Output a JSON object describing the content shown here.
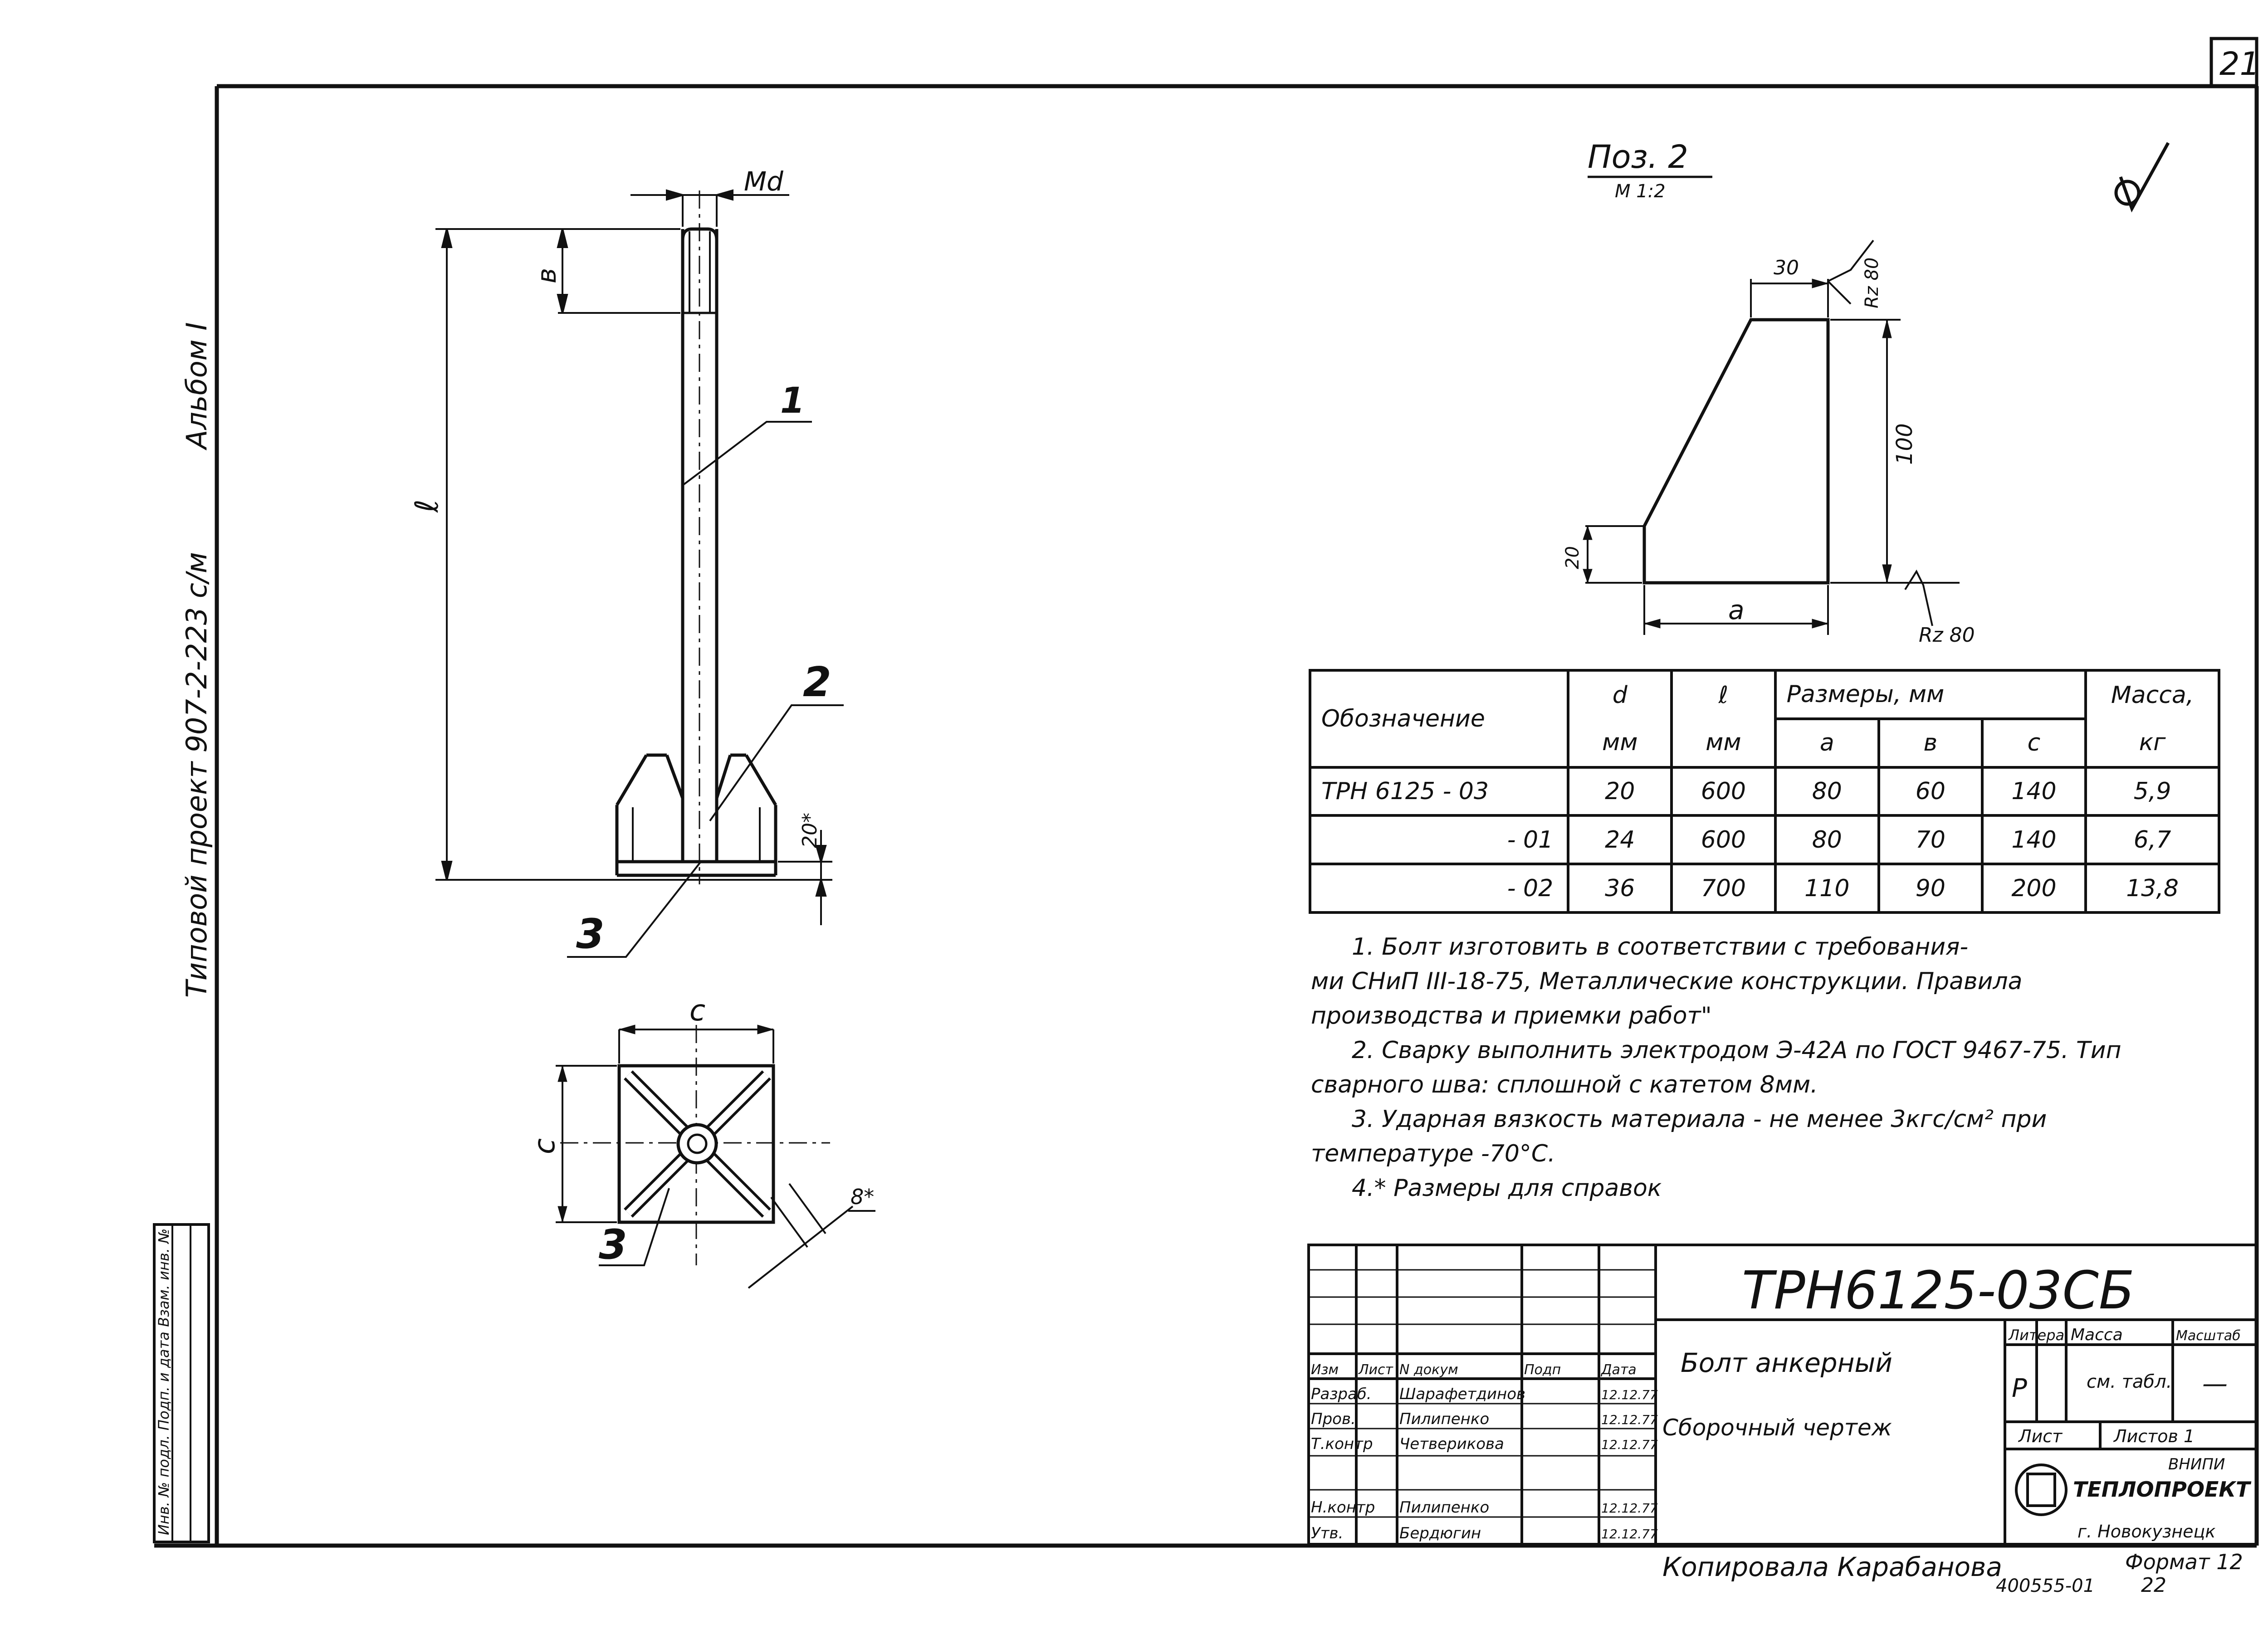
{
  "sheet_number": "21",
  "side_stamp_vertical": "Типовой проект 907-2-223 с/м",
  "side_album": "Альбом I",
  "inventory_labels": "Инв. № подл.  Подп. и дата  Взам. инв. №",
  "bolt_view": {
    "thread_label": "Md",
    "thread_length_label": "в",
    "length_label": "ℓ",
    "position_1": "1",
    "position_2": "2",
    "position_3": "3",
    "base_height_label": "20*"
  },
  "plan_view": {
    "width_label": "c",
    "height_label": "c",
    "weld_label": "8*",
    "position_3": "3"
  },
  "detail": {
    "title": "Поз. 2",
    "scale": "М 1:2",
    "top_width": "30",
    "height": "100",
    "side_height": "20",
    "base_label": "a",
    "roughness_top": "Rz 80",
    "roughness_bottom": "Rz 80"
  },
  "table": {
    "headers": {
      "designation": "Обозначение",
      "d": "d",
      "d_unit": "мм",
      "l": "ℓ",
      "l_unit": "мм",
      "sizes": "Размеры, мм",
      "a": "a",
      "b": "в",
      "c": "c",
      "mass": "Масса,",
      "mass_unit": "кг"
    },
    "rows": [
      {
        "designation": "ТРН 6125 - 03",
        "d": "20",
        "l": "600",
        "a": "80",
        "b": "60",
        "c": "140",
        "mass": "5,9"
      },
      {
        "designation": "- 01",
        "d": "24",
        "l": "600",
        "a": "80",
        "b": "70",
        "c": "140",
        "mass": "6,7"
      },
      {
        "designation": "- 02",
        "d": "36",
        "l": "700",
        "a": "110",
        "b": "90",
        "c": "200",
        "mass": "13,8"
      }
    ]
  },
  "notes": [
    "1. Болт изготовить в соответствии с требования-",
    "ми СНиП III-18-75, Металлические конструкции. Правила",
    "производства и приемки работ\"",
    "2. Сварку выполнить электродом Э-42А по ГОСТ 9467-75. Тип",
    "сварного шва: сплошной с катетом 8мм.",
    "3. Ударная вязкость материала - не менее 3кгс/см² при",
    "температуре -70°С.",
    "4.* Размеры для справок"
  ],
  "title_block": {
    "code": "ТРН6125-03СБ",
    "name": "Болт анкерный",
    "doc_type": "Сборочный чертеж",
    "col_headers": [
      "Изм",
      "Лист",
      "N докум",
      "Подп",
      "Дата"
    ],
    "roles": [
      {
        "role": "Разраб.",
        "name": "Шарафетдинов",
        "date": "12.12.77"
      },
      {
        "role": "Пров.",
        "name": "Пилипенко",
        "date": "12.12.77"
      },
      {
        "role": "Т.контр",
        "name": "Четверикова",
        "date": "12.12.77"
      },
      {
        "role": "Н.контр",
        "name": "Пилипенко",
        "date": "12.12.77"
      },
      {
        "role": "Утв.",
        "name": "Бердюгин",
        "date": "12.12.77"
      }
    ],
    "litera_label": "Литера",
    "mass_label": "Масса",
    "scale_label": "Масштаб",
    "litera": "Р",
    "mass": "см. табл.",
    "scale": "—",
    "sheet_label": "Лист",
    "sheets_label": "Листов 1",
    "org_top": "ВНИПИ",
    "org_name": "ТЕПЛОПРОЕКТ",
    "org_city": "г. Новокузнецк"
  },
  "footer": {
    "copied_by": "Копировала Карабанова",
    "order_no": "400555-01",
    "sheet_ref": "22",
    "format": "Формат 12"
  }
}
